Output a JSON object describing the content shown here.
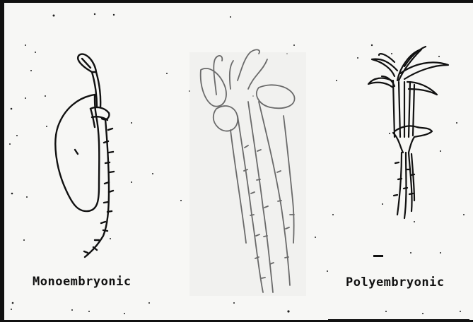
{
  "figure": {
    "left_label": "Monoembryonic",
    "right_label": "Polyembryonic"
  },
  "colors": {
    "ink": "#111111",
    "photo_ink": "#6a6a6a",
    "paper": "#f7f7f5"
  },
  "icons": {
    "left": "monoembryonic-seedling-drawing",
    "middle": "germinating-seedlings-photo",
    "right": "polyembryonic-seedling-drawing"
  }
}
